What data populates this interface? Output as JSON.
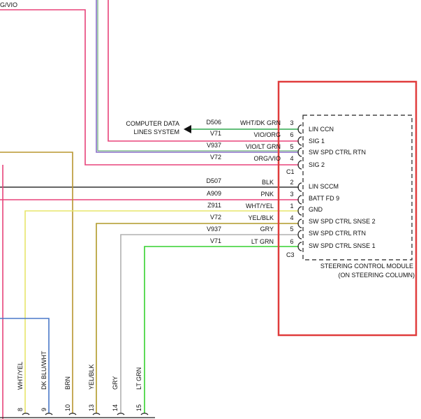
{
  "header": {
    "partial_label": "G/VIO"
  },
  "system_label": {
    "line1": "COMPUTER DATA",
    "line2": "LINES SYSTEM"
  },
  "module": {
    "name_line1": "STEERING CONTROL MODULE",
    "name_line2": "(ON STEERING COLUMN)",
    "highlight_color": "#e03c3c"
  },
  "connector_c1": {
    "label": "C1",
    "rows": [
      {
        "circuit": "D506",
        "wire": "WHT/DK GRN",
        "pin": "3",
        "signal": "LIN CCN",
        "color": "#2fa84f"
      },
      {
        "circuit": "V71",
        "wire": "VIO/ORG",
        "pin": "6",
        "signal": "SIG 1",
        "color": "#e8437a"
      },
      {
        "circuit": "V937",
        "wire": "VIO/LT GRN",
        "pin": "5",
        "signal": "SW SPD CTRL RTN",
        "color": "#8a6fc9"
      },
      {
        "circuit": "V72",
        "wire": "ORG/VIO",
        "pin": "4",
        "signal": "SIG 2",
        "color": "#e8437a"
      }
    ]
  },
  "connector_c3": {
    "label": "C3",
    "rows": [
      {
        "circuit": "D507",
        "wire": "BLK",
        "pin": "2",
        "signal": "LIN SCCM",
        "color": "#333333"
      },
      {
        "circuit": "A909",
        "wire": "PNK",
        "pin": "3",
        "signal": "BATT FD 9",
        "color": "#e8437a"
      },
      {
        "circuit": "Z911",
        "wire": "WHT/YEL",
        "pin": "1",
        "signal": "GND",
        "color": "#e7e56a"
      },
      {
        "circuit": "V72",
        "wire": "YEL/BLK",
        "pin": "4",
        "signal": "SW SPD CTRL SNSE 2",
        "color": "#b09a28"
      },
      {
        "circuit": "V937",
        "wire": "GRY",
        "pin": "5",
        "signal": "SW SPD CTRL RTN",
        "color": "#b0b0b0"
      },
      {
        "circuit": "V71",
        "wire": "LT GRN",
        "pin": "6",
        "signal": "SW SPD CTRL SNSE 1",
        "color": "#35d12e"
      }
    ]
  },
  "bottom_connector": {
    "pins": [
      {
        "pin": "8",
        "wire": "WHT/YEL",
        "color": "#e7e56a"
      },
      {
        "pin": "9",
        "wire": "DK BLU/WHT",
        "color": "#4a78c8"
      },
      {
        "pin": "10",
        "wire": "BRN",
        "color": "#b8962f"
      },
      {
        "pin": "13",
        "wire": "YEL/BLK",
        "color": "#b09a28"
      },
      {
        "pin": "14",
        "wire": "GRY",
        "color": "#b0b0b0"
      },
      {
        "pin": "15",
        "wire": "LT GRN",
        "color": "#35d12e"
      }
    ]
  }
}
